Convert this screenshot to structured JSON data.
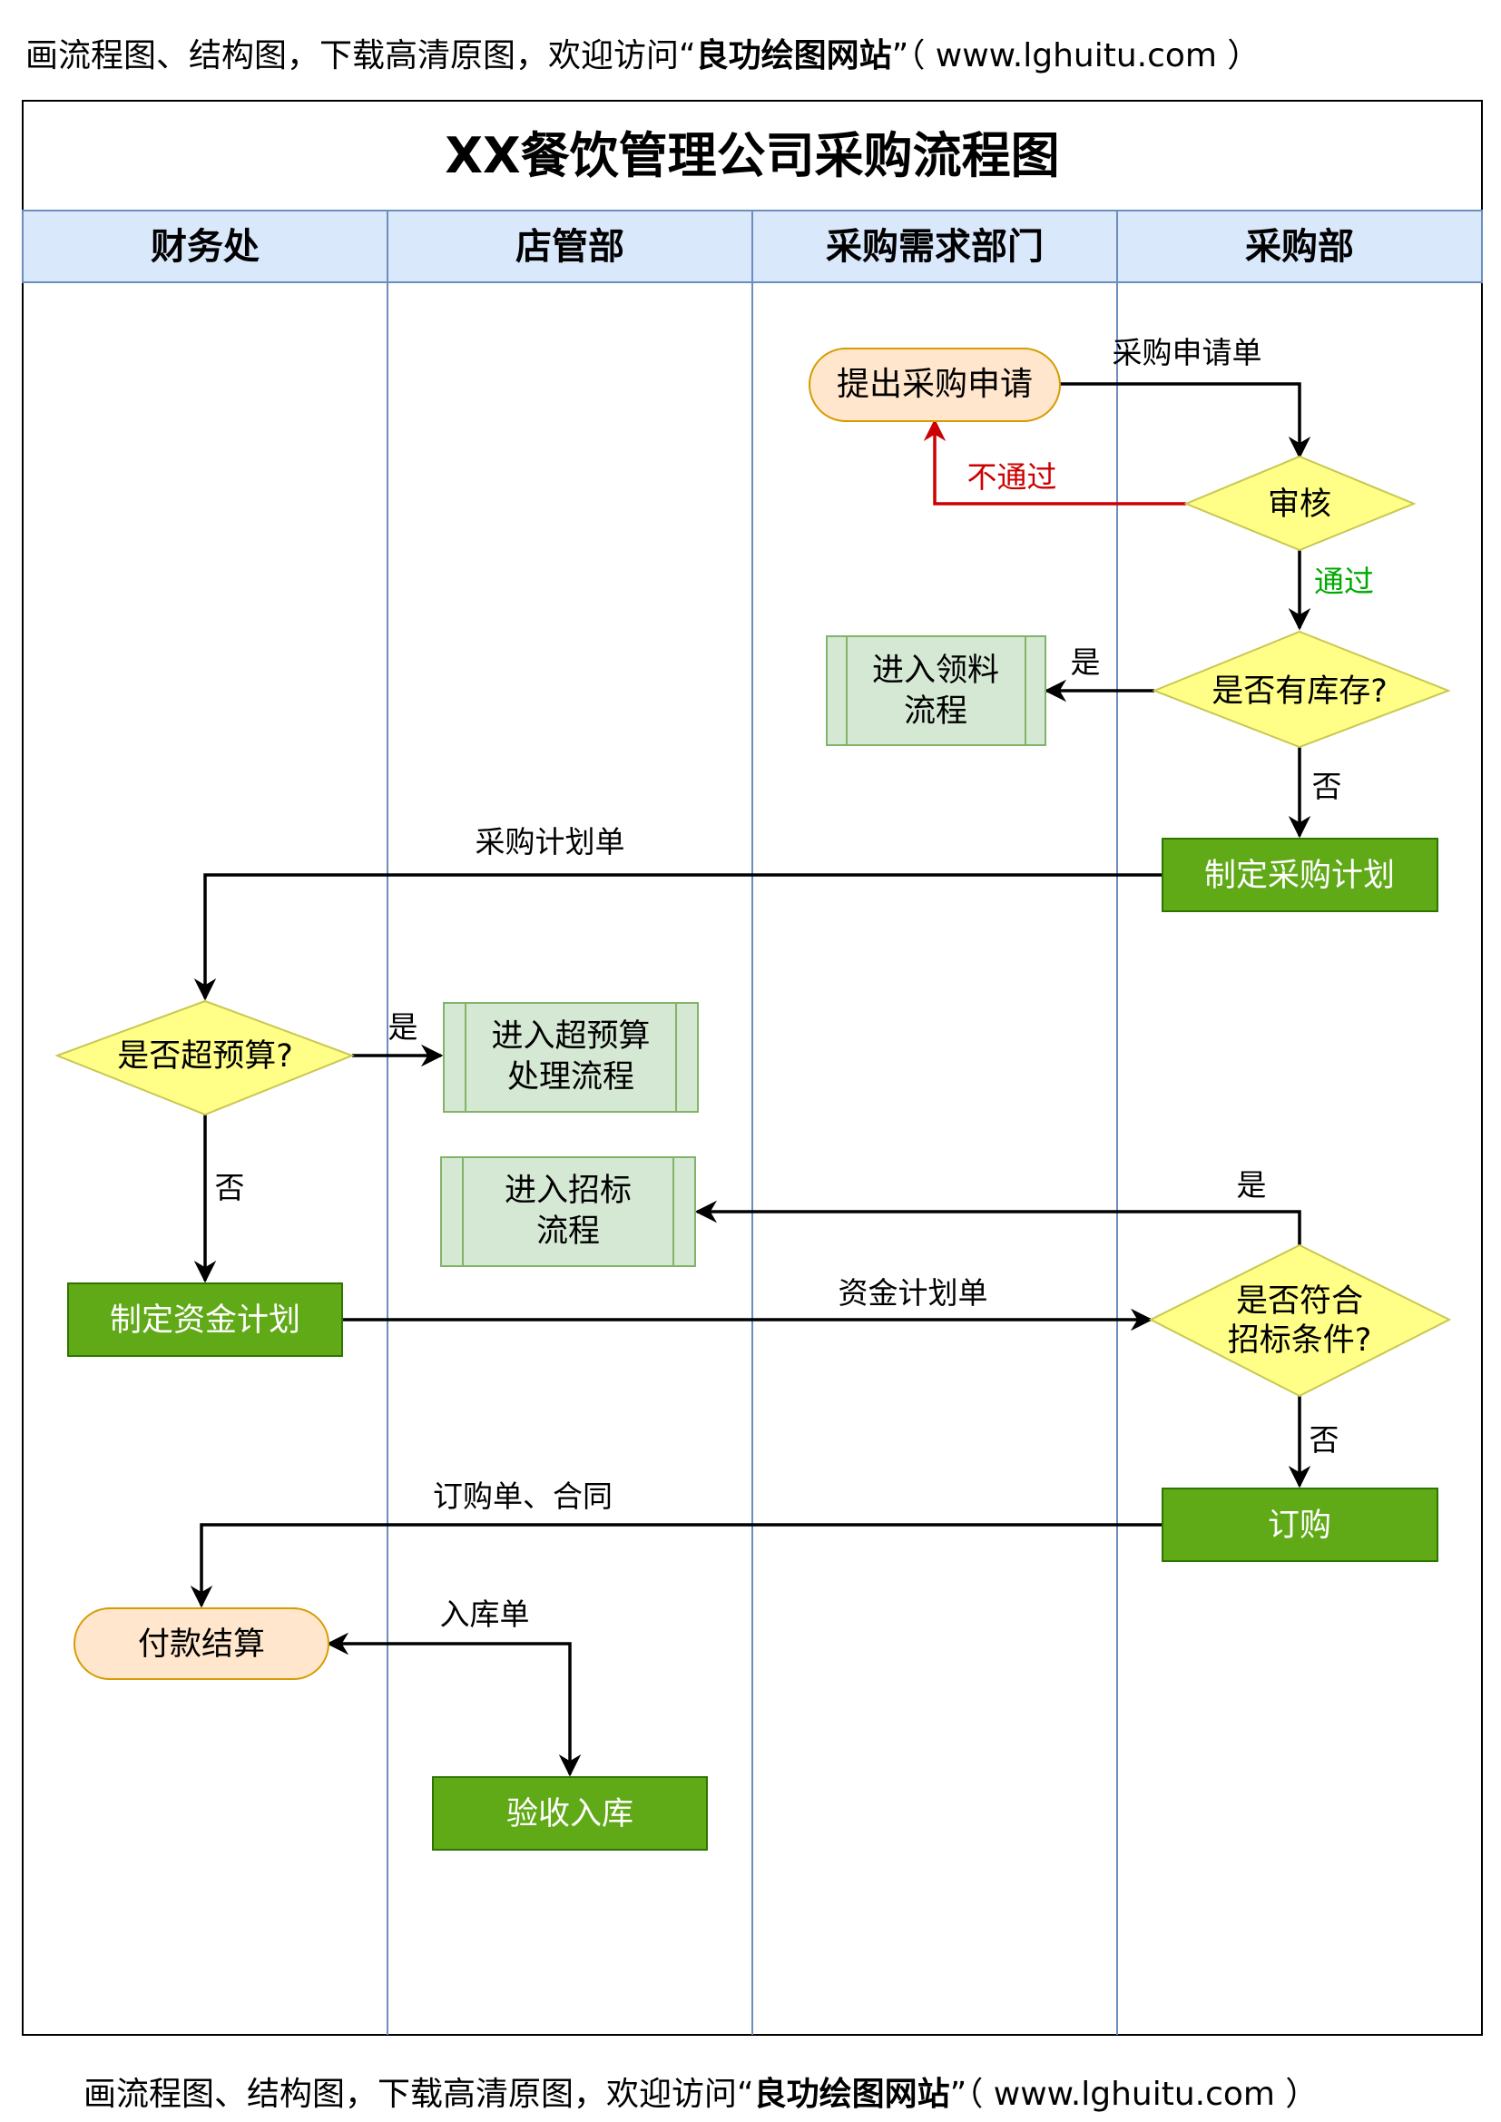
{
  "banner": {
    "prefix": "画流程图、结构图，下载高清原图，欢迎访问“",
    "brand": "良功绘图网站",
    "suffix": "”（ www.lghuitu.com ）"
  },
  "title": "XX餐饮管理公司采购流程图",
  "lanes": [
    "财务处",
    "店管部",
    "采购需求部门",
    "采购部"
  ],
  "nodes": {
    "submit_request": "提出采购申请",
    "review": "审核",
    "has_stock": "是否有库存?",
    "enter_picking": [
      "进入领料",
      "流程"
    ],
    "make_purchase_plan": "制定采购计划",
    "over_budget": "是否超预算?",
    "enter_over_budget": [
      "进入超预算",
      "处理流程"
    ],
    "enter_bidding": [
      "进入招标",
      "流程"
    ],
    "make_fund_plan": "制定资金计划",
    "meets_bidding": [
      "是否符合",
      "招标条件?"
    ],
    "order": "订购",
    "payment": "付款结算",
    "inspection": "验收入库"
  },
  "labels": {
    "purchase_request_form": "采购申请单",
    "rejected": "不通过",
    "approved": "通过",
    "yes_stock": "是",
    "no_stock": "否",
    "purchase_plan_form": "采购计划单",
    "yes_budget": "是",
    "no_budget": "否",
    "yes_bidding": "是",
    "fund_plan_form": "资金计划单",
    "no_bidding": "否",
    "order_contract": "订购单、合同",
    "warehouse_receipt": "入库单"
  },
  "colors": {
    "lane_header_bg": "#dae8fc",
    "lane_border": "#6c8ebf",
    "terminal_fill": "#ffe6cc",
    "terminal_stroke": "#d79b00",
    "decision_fill": "#ffff88",
    "decision_stroke": "#c8c850",
    "subprocess_fill": "#d5e8d4",
    "subprocess_stroke": "#82b366",
    "process_fill": "#60a917",
    "process_stroke": "#2d7600",
    "reject_line": "#cc0000",
    "approve_text": "#00aa00"
  }
}
